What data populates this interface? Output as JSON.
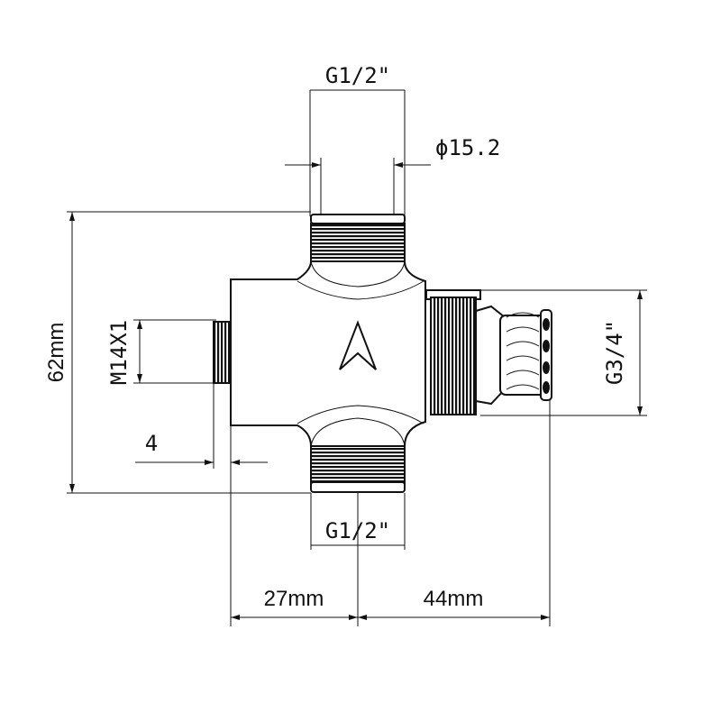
{
  "drawing": {
    "label_top_thread": "G1/2\"",
    "label_diameter": "ϕ15.2",
    "label_height": "62mm",
    "label_left_thread": "M14X1",
    "label_right_thread": "G3/4\"",
    "label_bottom_thread": "G1/2\"",
    "label_offset": "4",
    "label_left_length": "27mm",
    "label_right_length": "44mm",
    "marking": "arrow-up"
  }
}
